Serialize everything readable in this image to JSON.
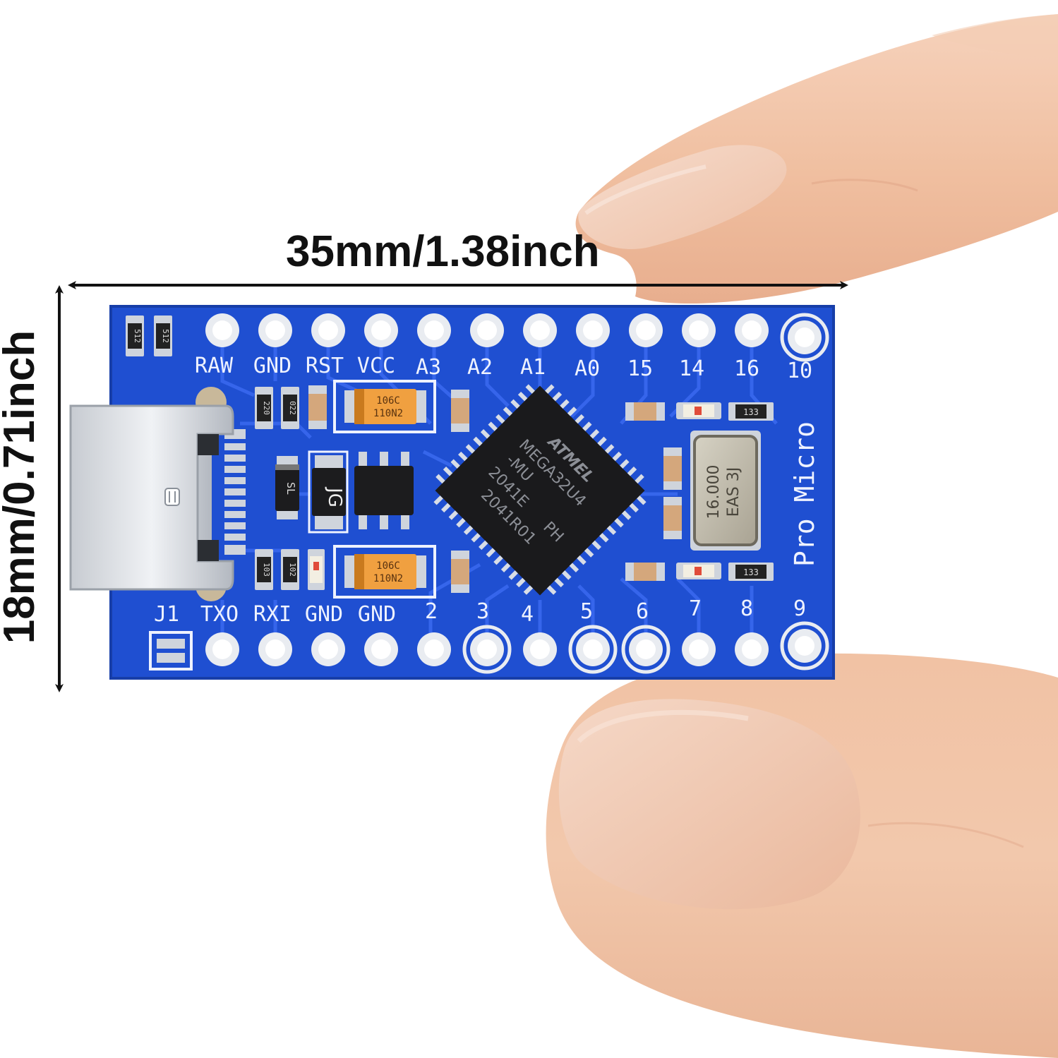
{
  "dimensions": {
    "width_label": "35mm/1.38inch",
    "height_label": "18mm/0.71inch"
  },
  "board": {
    "name": "Pro Micro",
    "color": "#1f4fd1",
    "top_pins": [
      "RAW",
      "GND",
      "RST",
      "VCC",
      "A3",
      "A2",
      "A1",
      "A0",
      "15",
      "14",
      "16",
      "10"
    ],
    "bottom_pins": [
      "J1",
      "TXO",
      "RXI",
      "GND",
      "GND",
      "2",
      "3",
      "4",
      "5",
      "6",
      "7",
      "8",
      "9"
    ],
    "chip": {
      "brand": "ATMEL",
      "lines": [
        "MEGA32U4",
        "-MU",
        "2041E",
        "PH",
        "2041R01"
      ]
    },
    "crystal": {
      "lines": [
        "16.000",
        "EAS 3J"
      ]
    },
    "capacitor_top": {
      "lines": [
        "106C",
        "110N2"
      ]
    },
    "capacitor_bottom": {
      "lines": [
        "106C",
        "110N2"
      ]
    },
    "regulator": {
      "label": "JG"
    },
    "diode": {
      "label": "SL"
    },
    "resistors": {
      "r512a": "512",
      "r512b": "512",
      "r220": "220",
      "r022": "022",
      "r133": "133",
      "r103": "103",
      "r102": "102",
      "r133b": "133"
    },
    "usb": {
      "type": "usb-c-connector"
    }
  },
  "colors": {
    "pcb": "#1f4fd1",
    "pcb_dark": "#173ea8",
    "trace": "#2a5ae6",
    "silk": "#eef2ff",
    "pad": "#d8dde6",
    "chip": "#1a1a1c",
    "cap": "#f0a040",
    "skin": "#f2c2a4"
  }
}
